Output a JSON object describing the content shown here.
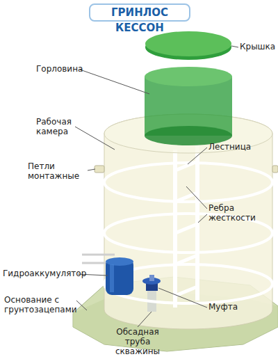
{
  "diagram": {
    "title": "ГРИНЛОС КЕССОН",
    "labels": [
      "Крышка",
      "Горловина",
      "Рабочая камера",
      "Лестница",
      "Петли монтажные",
      "Ребра жесткости",
      "Гидроаккумулятор",
      "Основание с грунтозацепами",
      "Муфта",
      "Обсадная труба скважины"
    ]
  }
}
